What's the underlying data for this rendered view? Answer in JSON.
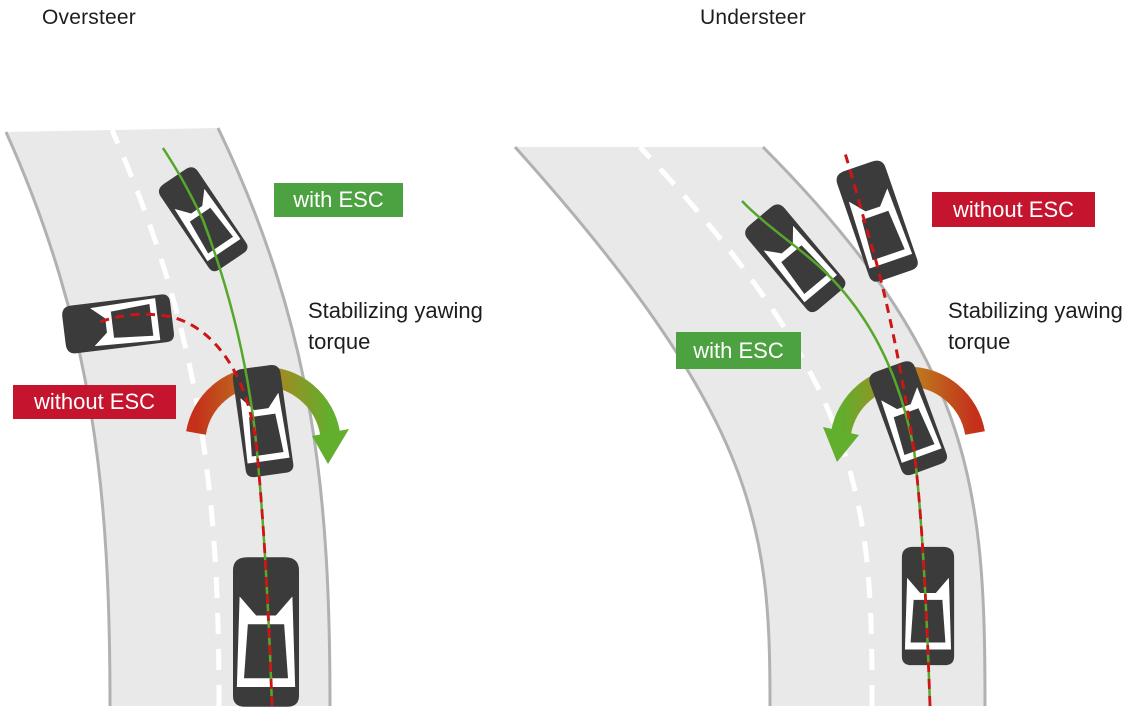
{
  "panels": [
    {
      "title": "Oversteer",
      "labels": {
        "with_esc": "with ESC",
        "without_esc": "without ESC",
        "torque": "Stabilizing yawing torque"
      }
    },
    {
      "title": "Understeer",
      "labels": {
        "with_esc": "with ESC",
        "without_esc": "without ESC",
        "torque": "Stabilizing yawing torque"
      }
    }
  ],
  "colors": {
    "background": "#ffffff",
    "text": "#1d1d1b",
    "esc_green": "#4ca140",
    "esc_red": "#c4142e",
    "road_fill": "#e9e9e9",
    "road_edge": "#b1b1b1",
    "lane_marking": "#ffffff",
    "car_body": "#3b3b3b",
    "path_with_esc": "#56a82c",
    "path_without_esc": "#cc1517",
    "arrow_red": "#c5301b",
    "arrow_mid": "#bc7c1e",
    "arrow_green": "#62ae2d"
  }
}
